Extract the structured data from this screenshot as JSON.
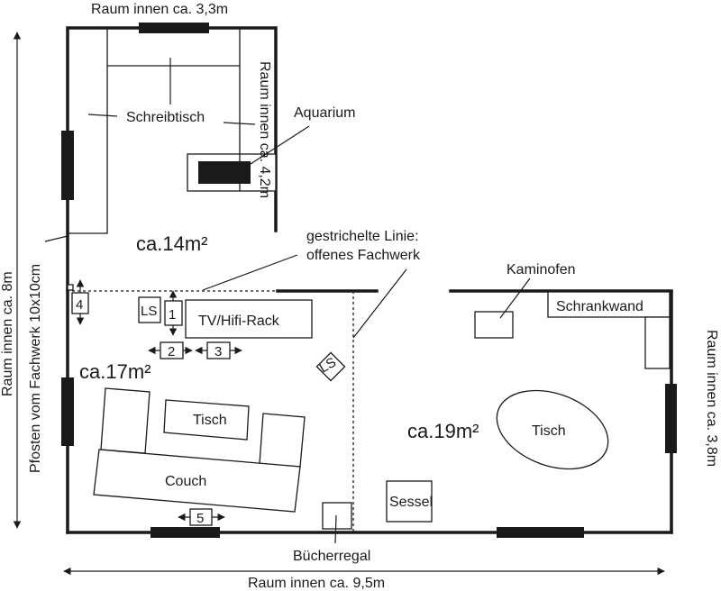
{
  "title": "Grundriss Wohnbereich",
  "dimensions": {
    "top": "Raum innen ca. 3,3m",
    "right_upper": "Raum innen ca. 4,2m",
    "left_outer": "Raum innen ca. 8m",
    "left_post": "Pfosten vom Fachwerk 10x10cm",
    "right": "Raum innen ca. 3,8m",
    "bottom": "Raum innen ca. 9,5m"
  },
  "areas": {
    "office": "ca.14m²",
    "living": "ca.17m²",
    "dining": "ca.19m²"
  },
  "furniture": {
    "desk": "Schreibtisch",
    "aquarium": "Aquarium",
    "tv_rack": "TV/Hifi-Rack",
    "speaker_left": "LS",
    "speaker_right": "LS",
    "coffee_table": "Tisch",
    "couch": "Couch",
    "bookshelf": "Bücherregal",
    "stove": "Kaminofen",
    "wall_unit": "Schrankwand",
    "dining_table": "Tisch",
    "armchair": "Sessel"
  },
  "note": {
    "line1": "gestrichelte Linie:",
    "line2": "offenes Fachwerk"
  },
  "markers": [
    "1",
    "2",
    "3",
    "4",
    "5"
  ]
}
